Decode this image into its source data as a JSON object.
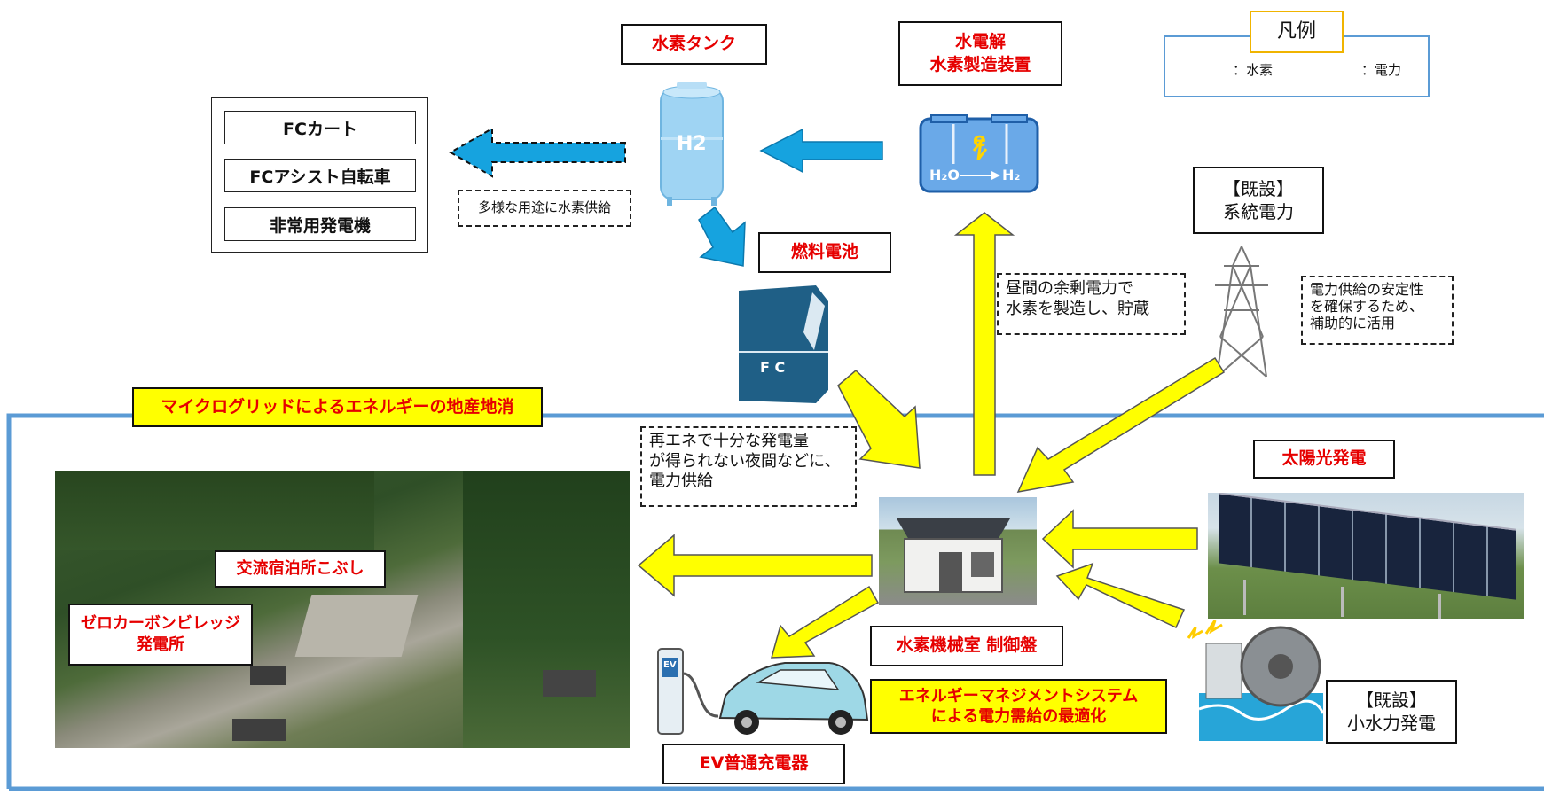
{
  "legend": {
    "title": "凡例",
    "hydrogen": "：水素",
    "power": "：電力",
    "hydrogen_color": "#00a0e9",
    "power_color": "#ffff00"
  },
  "labels": {
    "tank": "水素タンク",
    "electrolysis_line1": "水電解",
    "electrolysis_line2": "水素製造装置",
    "fuel_cell": "燃料電池",
    "grid_existing": "【既設】",
    "grid_name": "系統電力",
    "microgrid": "マイクログリッドによるエネルギーの地産地消",
    "lodging": "交流宿泊所こぶし",
    "zero_carbon_line1": "ゼロカーボンビレッジ",
    "zero_carbon_line2": "発電所",
    "solar": "太陽光発電",
    "control": "水素機械室 制御盤",
    "ems_line1": "エネルギーマネジメントシステム",
    "ems_line2": "による電力需給の最適化",
    "ev_charger": "EV普通充電器",
    "hydro_existing": "【既設】",
    "hydro_name": "小水力発電"
  },
  "fc_uses": [
    "FCカート",
    "FCアシスト自転車",
    "非常用発電機"
  ],
  "notes": {
    "supply": "多様な用途に水素供給",
    "surplus_line1": "昼間の余剰電力で",
    "surplus_line2": "水素を製造し、貯蔵",
    "stability_line1": "電力供給の安定性",
    "stability_line2": "を確保するため、",
    "stability_line3": "補助的に活用",
    "night_line1": "再エネで十分な発電量",
    "night_line2": "が得られない夜間などに、",
    "night_line3": "電力供給"
  },
  "icons": {
    "tank_text": "H2",
    "fc_text": "F C",
    "ev_text": "EV",
    "electrolyzer_e": "e",
    "electrolyzer_h2o": "H₂O",
    "electrolyzer_h2": "H₂"
  },
  "colors": {
    "frame": "#5b9bd5",
    "red_text": "#e60000"
  }
}
